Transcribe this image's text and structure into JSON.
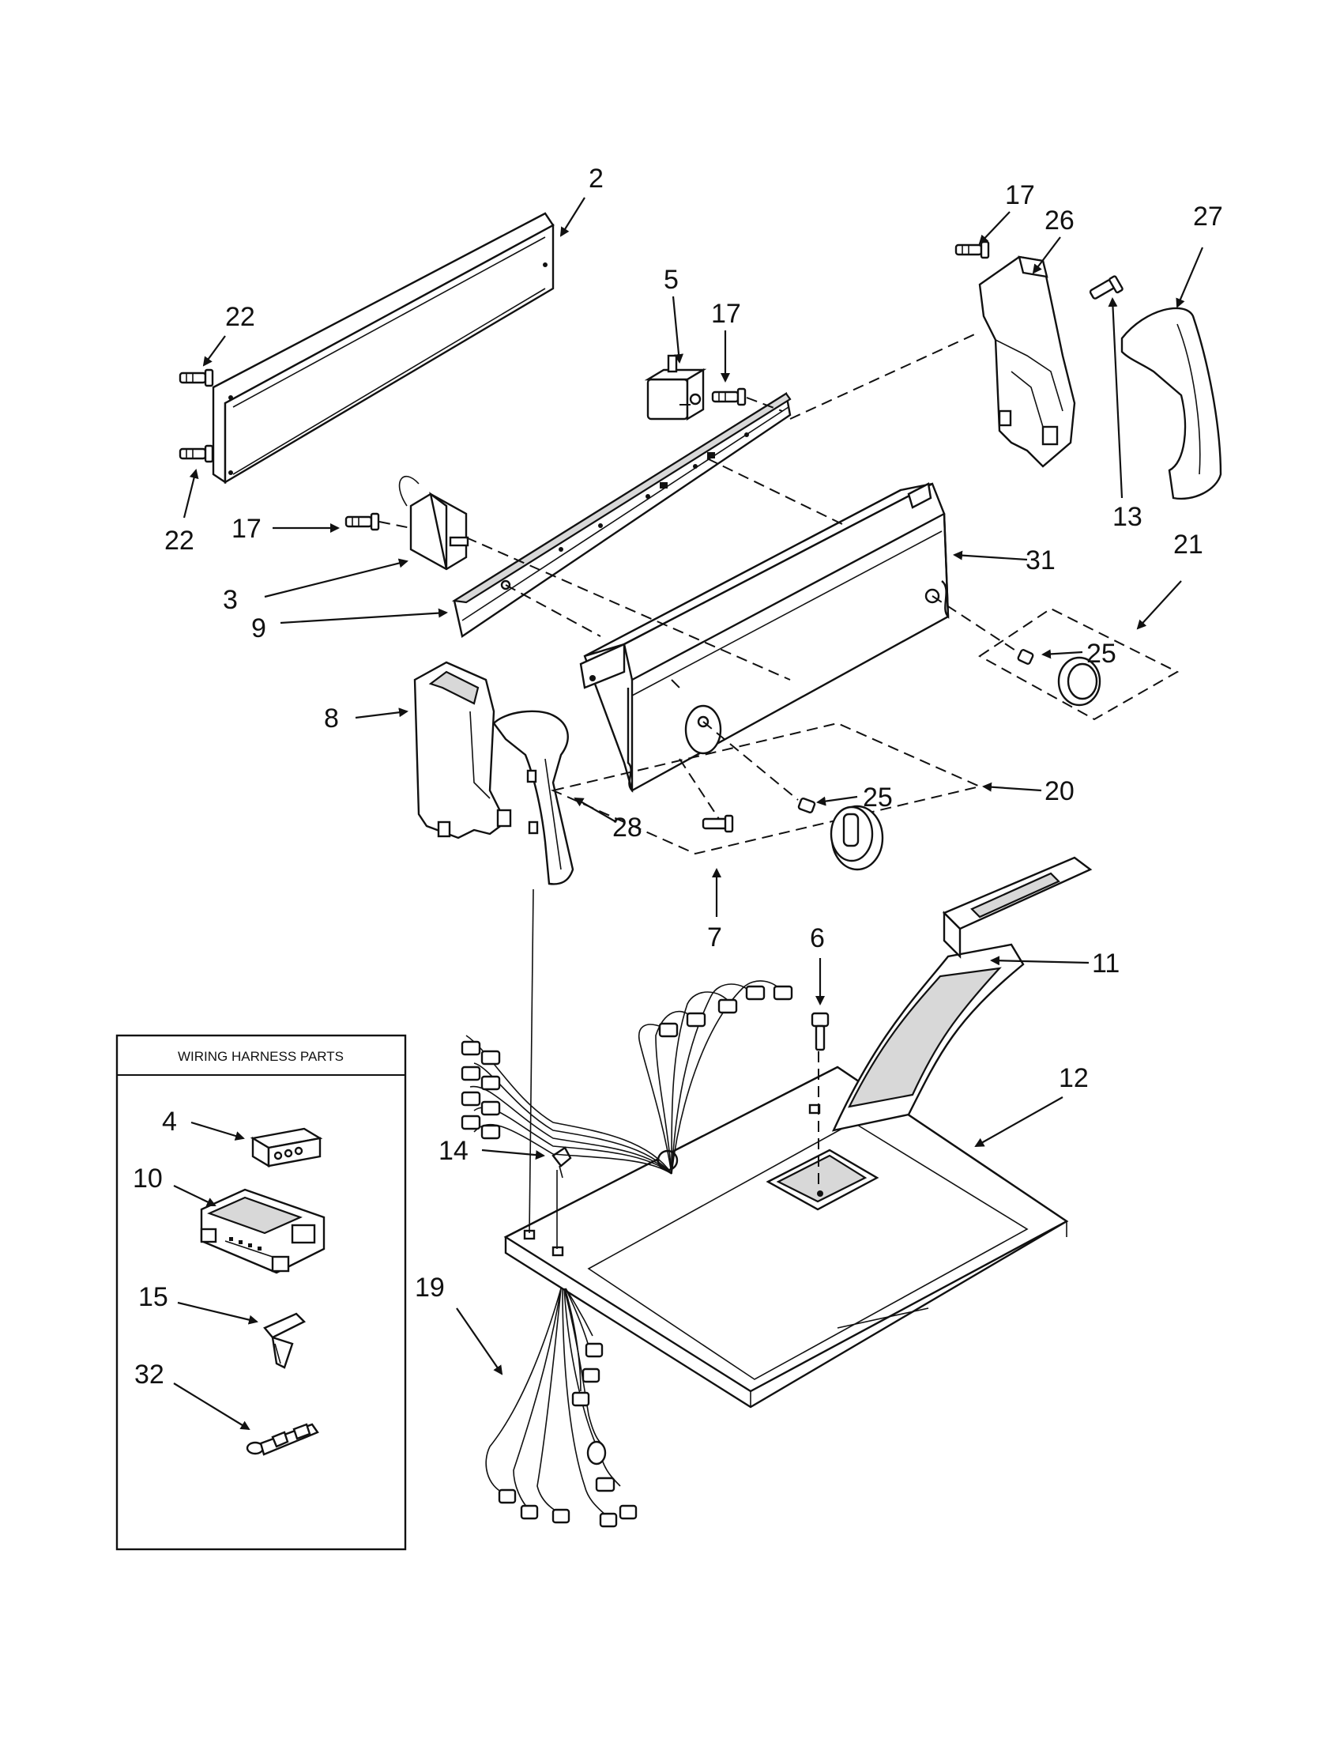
{
  "inset": {
    "title": "WIRING HARNESS PARTS"
  },
  "labels": {
    "p2": "2",
    "p22a": "22",
    "p22b": "22",
    "p5": "5",
    "p17a": "17",
    "p17b": "17",
    "p17c": "17",
    "p26": "26",
    "p27": "27",
    "p13": "13",
    "p3": "3",
    "p9": "9",
    "p31": "31",
    "p21": "21",
    "p25a": "25",
    "p25b": "25",
    "p8": "8",
    "p28": "28",
    "p20": "20",
    "p7": "7",
    "p6": "6",
    "p11": "11",
    "p12": "12",
    "p14": "14",
    "p19": "19",
    "p4": "4",
    "p10": "10",
    "p15": "15",
    "p32": "32"
  }
}
